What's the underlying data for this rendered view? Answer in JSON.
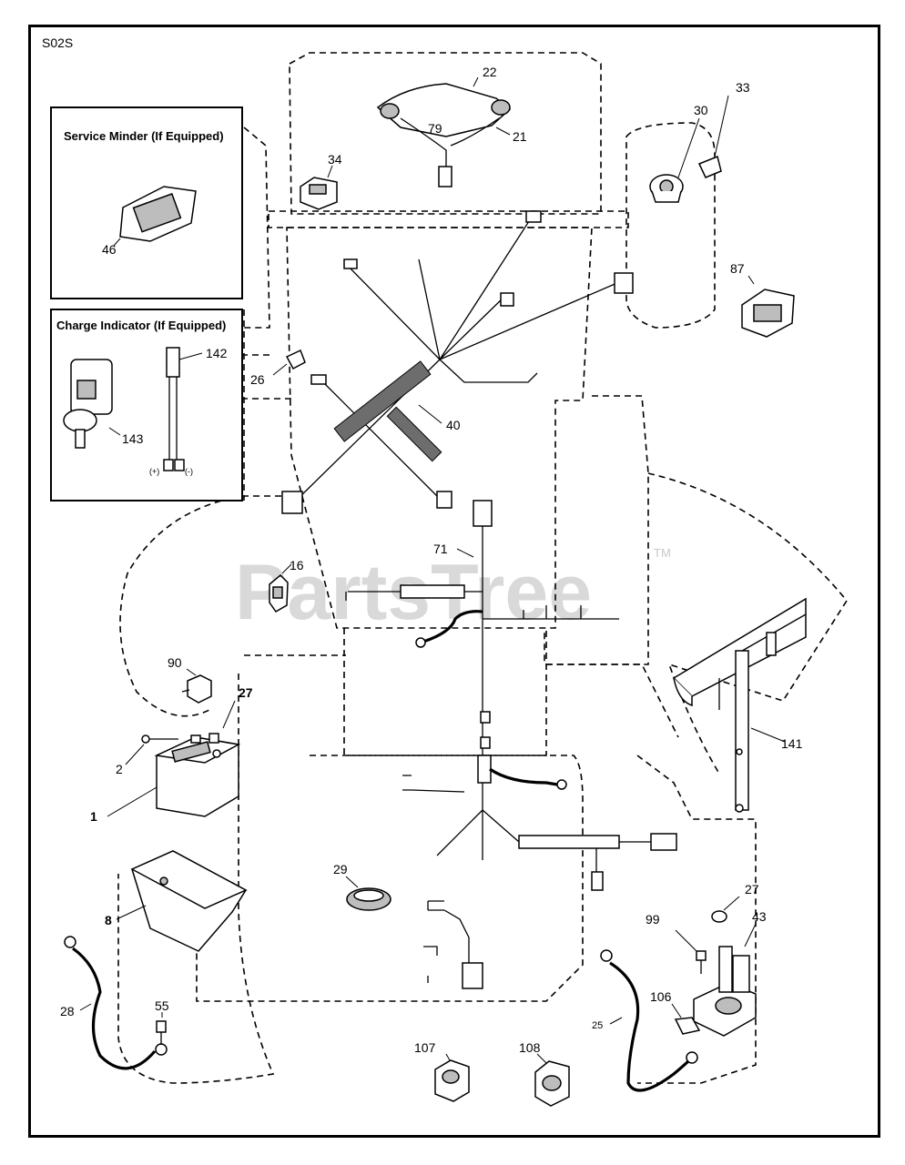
{
  "diagram_code": "S02S",
  "watermark": {
    "text": "PartsTree",
    "trademark": "TM"
  },
  "boxes": {
    "service_minder": {
      "title": "Service Minder (If Equipped)",
      "part": "46"
    },
    "charge_indicator": {
      "title": "Charge Indicator (If Equipped)",
      "parts": [
        "142",
        "143"
      ]
    }
  },
  "callouts": {
    "c1": "1",
    "c2": "2",
    "c8": "8",
    "c16": "16",
    "c21": "21",
    "c22": "22",
    "c25": "25",
    "c26": "26",
    "c27a": "27",
    "c27b": "27",
    "c28": "28",
    "c29": "29",
    "c30": "30",
    "c33": "33",
    "c34": "34",
    "c40": "40",
    "c43": "43",
    "c46": "46",
    "c55": "55",
    "c71": "71",
    "c79": "79",
    "c87": "87",
    "c90": "90",
    "c99": "99",
    "c106": "106",
    "c107": "107",
    "c108": "108",
    "c141": "141",
    "c142": "142",
    "c143": "143"
  },
  "terminal_marks": {
    "plus": "(+)",
    "minus": "(-)"
  },
  "colors": {
    "line": "#000000",
    "watermark": "#d9d9d9",
    "part_shade": "#bdbdbd"
  }
}
